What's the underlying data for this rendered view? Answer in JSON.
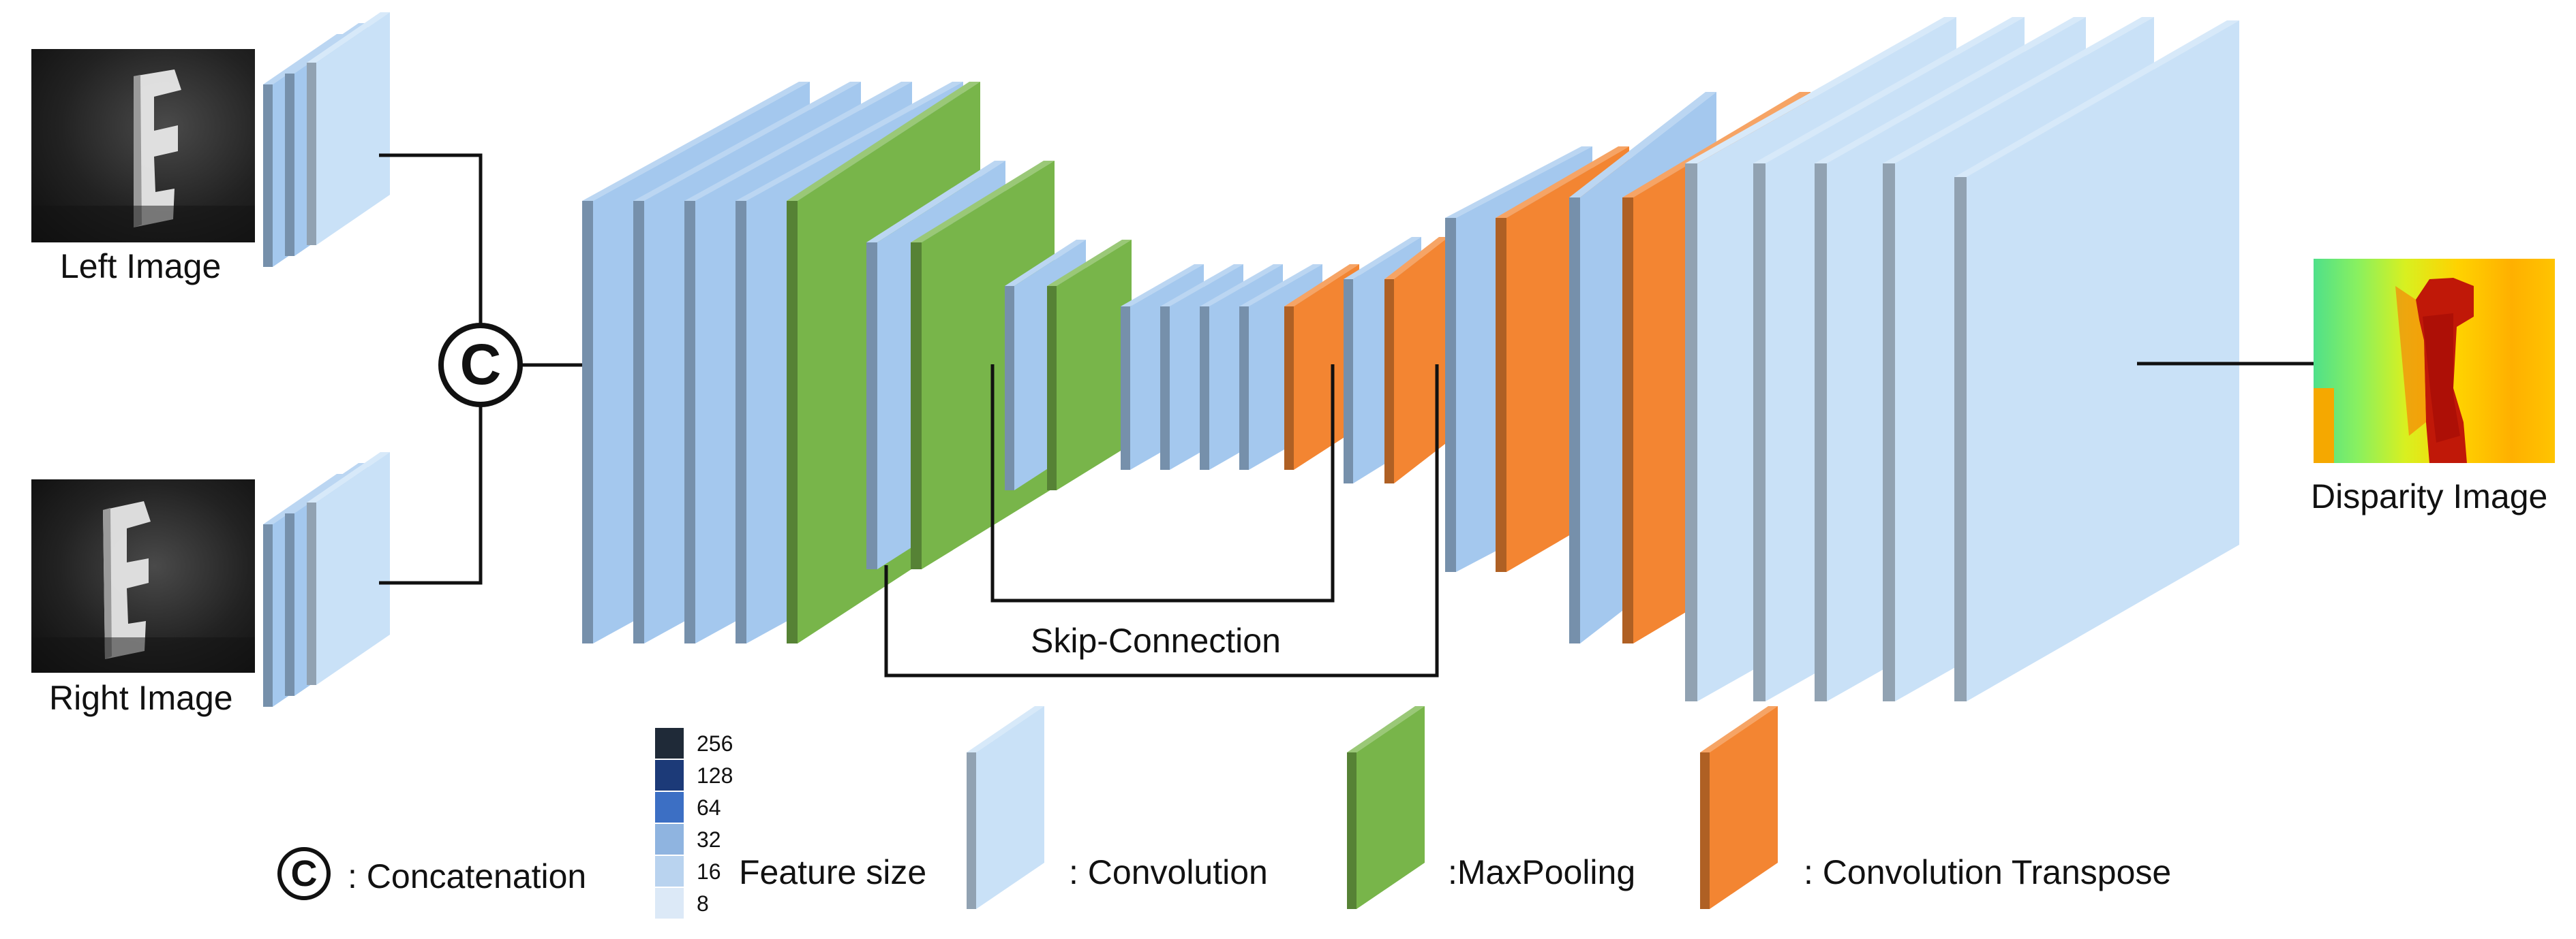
{
  "inputs": {
    "left_caption": "Left Image",
    "right_caption": "Right Image"
  },
  "output": {
    "caption": "Disparity Image"
  },
  "concat_symbol": "C",
  "skip_connection_label": "Skip-Connection",
  "legend": {
    "concat_label": ": Concatenation",
    "feature_size_label": "Feature size",
    "feature_sizes": [
      "256",
      "128",
      "64",
      "32",
      "16",
      "8"
    ],
    "convolution_label": ": Convolution",
    "maxpool_label": ":MaxPooling",
    "transpose_label": ": Convolution Transpose"
  },
  "colors": {
    "convolution": "#a4c8ee",
    "convolution_light": "#c9e1f7",
    "maxpooling": "#78b54a",
    "transpose": "#f38532",
    "feature_scale": [
      "#1f2a38",
      "#1c3a78",
      "#3c6fc4",
      "#8fb4e0",
      "#b9d3ef",
      "#dce9f7"
    ]
  },
  "icons": {
    "concat": "circled-c-icon",
    "left_photo": "stereo-left-photo",
    "right_photo": "stereo-right-photo",
    "disparity": "disparity-heatmap"
  }
}
